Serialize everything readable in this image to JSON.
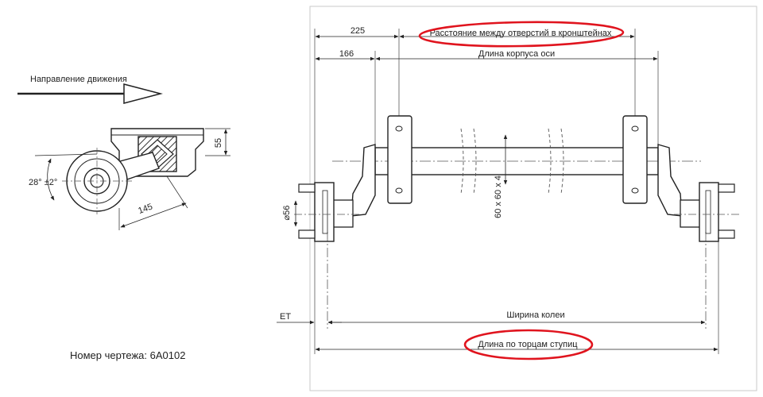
{
  "side_view": {
    "direction_label": "Направление движения",
    "dim_angle": "28° ±2°",
    "dim_height": "55",
    "dim_arm": "145"
  },
  "drawing_number_label": "Номер чертежа: 6А0102",
  "front_view": {
    "dim_225": "225",
    "dim_166": "166",
    "dim_diameter": "⌀56",
    "dim_profile": "60 x 60 x 4",
    "dim_et": "ET",
    "label_bracket_hole_distance": "Расстояние между отверстий в кронштейнах",
    "label_axle_body_length": "Длина корпуса оси",
    "label_track_width": "Ширина колеи",
    "label_hub_face_length": "Длина по торцам ступиц"
  },
  "colors": {
    "line": "#222222",
    "highlight": "#e0141e",
    "frame": "#c8c8c8"
  }
}
